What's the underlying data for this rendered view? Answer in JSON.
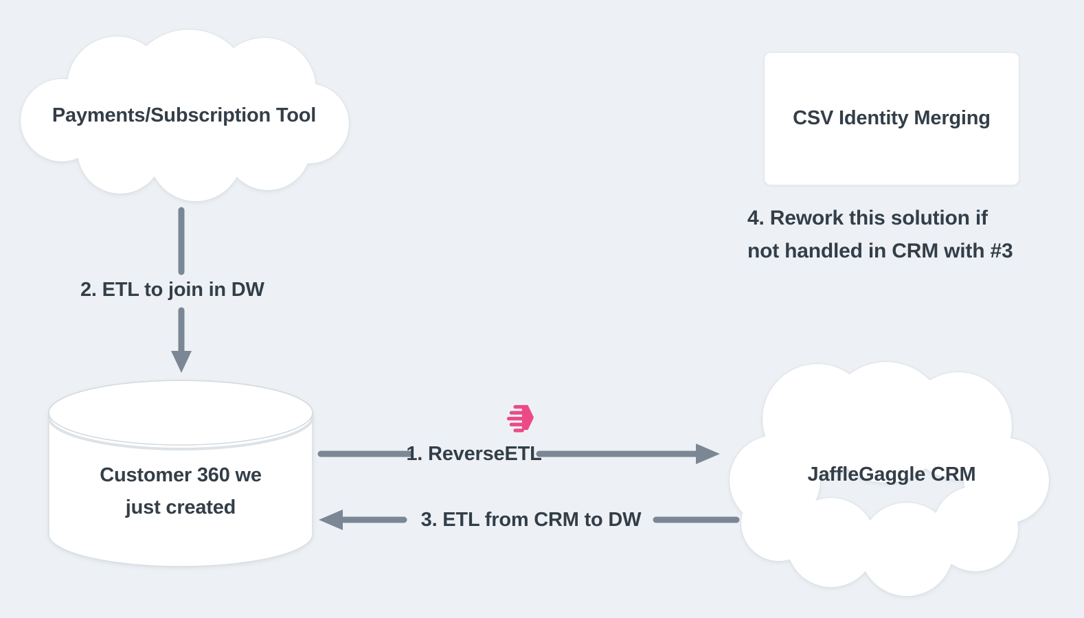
{
  "colors": {
    "background": "#edf1f5",
    "text": "#333e48",
    "arrow": "#7b8794",
    "node_fill": "#ffffff",
    "node_border": "#d8dee4",
    "accent_pink": "#ec4a87"
  },
  "nodes": {
    "payments_cloud": {
      "type": "cloud",
      "label": "Payments/Subscription Tool"
    },
    "csv_card": {
      "type": "rectangle",
      "label": "CSV Identity Merging"
    },
    "customer360_db": {
      "type": "database",
      "lines": [
        "Customer 360 we",
        "just created"
      ]
    },
    "crm_cloud": {
      "type": "cloud",
      "label": "JaffleGaggle CRM"
    }
  },
  "edges": {
    "etl_join_dw": {
      "label": "2. ETL to join in DW",
      "from": "payments_cloud",
      "to": "customer360_db"
    },
    "reverse_etl": {
      "label": "1. ReverseETL",
      "from": "customer360_db",
      "to": "crm_cloud"
    },
    "etl_from_crm": {
      "label": "3. ETL from CRM to DW",
      "from": "crm_cloud",
      "to": "customer360_db"
    }
  },
  "annotations": {
    "note4": {
      "lines": [
        "4. Rework this solution if",
        "not handled in CRM with #3"
      ]
    }
  },
  "icons": {
    "grouparoo_logo": "pink speed-hexagon reverse-ETL tool logo"
  }
}
